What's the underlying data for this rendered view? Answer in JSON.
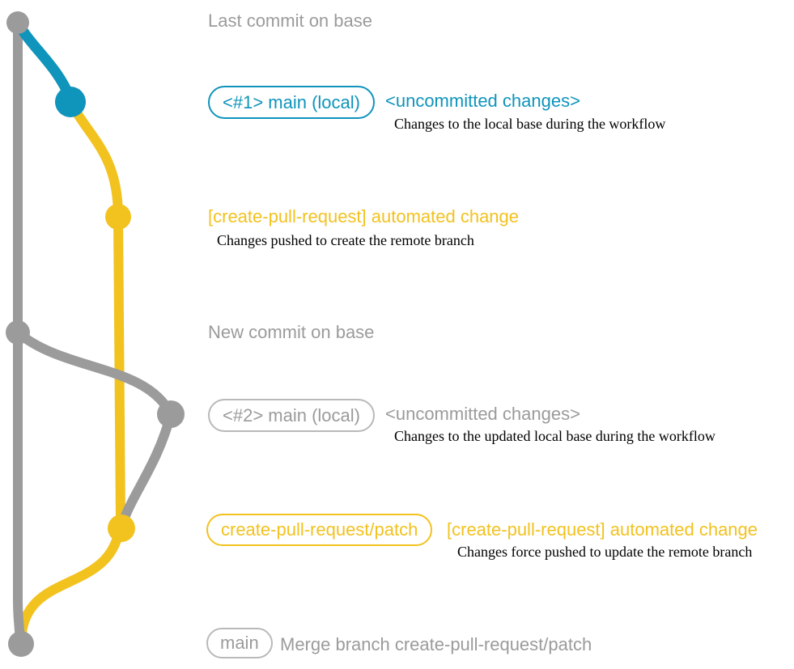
{
  "colors": {
    "teal": "#0F94BC",
    "yellow": "#F2C21F",
    "gray": "#9B9B9B",
    "gray_border": "#B9B9B9",
    "text_black": "#000000"
  },
  "graph": {
    "type": "git-commit-graph",
    "nodes": [
      {
        "name": "commit-last-base",
        "color": "gray",
        "annotation": "Last commit on base"
      },
      {
        "name": "commit-main-local-1",
        "color": "teal",
        "annotation": "<#1> main (local) <uncommitted changes>"
      },
      {
        "name": "commit-automated-change-1",
        "color": "yellow",
        "annotation": "[create-pull-request] automated change"
      },
      {
        "name": "commit-new-base",
        "color": "gray",
        "annotation": "New commit on base"
      },
      {
        "name": "commit-main-local-2",
        "color": "gray",
        "annotation": "<#2> main (local) <uncommitted changes>"
      },
      {
        "name": "commit-automated-change-2",
        "color": "yellow",
        "annotation": "create-pull-request/patch [create-pull-request] automated change"
      },
      {
        "name": "commit-merge",
        "color": "gray",
        "annotation": "main Merge branch create-pull-request/patch"
      }
    ]
  },
  "annotations": {
    "last_commit_label": "Last commit on base",
    "row1": {
      "badge": "<#1> main (local)",
      "title": "<uncommitted changes>",
      "description": "Changes to the local base during the workflow"
    },
    "row2": {
      "title": "[create-pull-request] automated change",
      "description": "Changes pushed to create the remote branch"
    },
    "new_commit_label": "New commit on base",
    "row3": {
      "badge": "<#2> main (local)",
      "title": "<uncommitted changes>",
      "description": "Changes to the updated local base during the workflow"
    },
    "row4": {
      "badge": "create-pull-request/patch",
      "title": "[create-pull-request] automated change",
      "description": "Changes force pushed to update the remote branch"
    },
    "row5": {
      "badge": "main",
      "title": "Merge branch create-pull-request/patch"
    }
  }
}
